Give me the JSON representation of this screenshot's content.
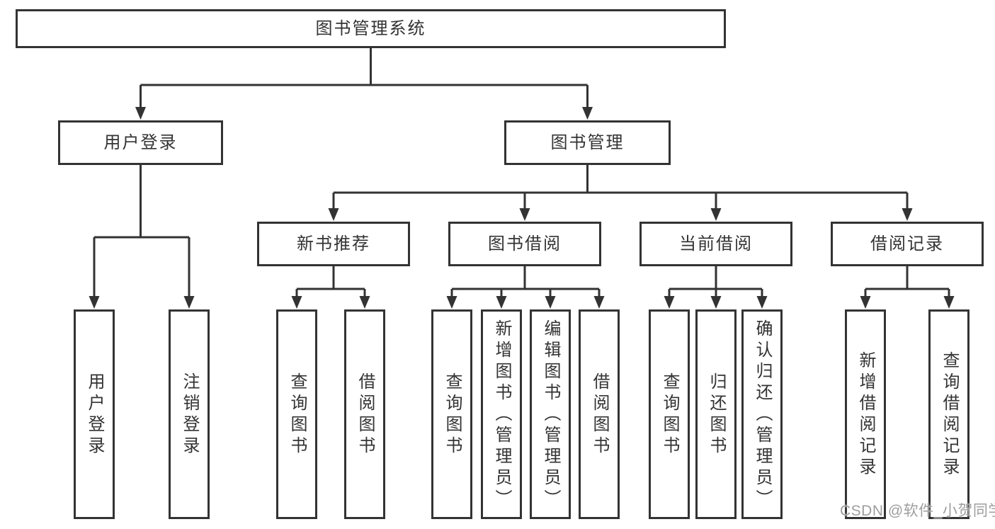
{
  "diagram": {
    "root": "图书管理系统",
    "children": [
      {
        "label": "用户登录",
        "children": [
          "用户登录",
          "注销登录"
        ]
      },
      {
        "label": "图书管理",
        "children": [
          {
            "label": "新书推荐",
            "children": [
              "查询图书",
              "借阅图书"
            ]
          },
          {
            "label": "图书借阅",
            "children": [
              "查询图书",
              "新增图书（管理员）",
              "编辑图书（管理员）",
              "借阅图书"
            ]
          },
          {
            "label": "当前借阅",
            "children": [
              "查询图书",
              "归还图书",
              "确认归还（管理员）"
            ]
          },
          {
            "label": "借阅记录",
            "children": [
              "新增借阅记录",
              "查询借阅记录"
            ]
          }
        ]
      }
    ]
  },
  "watermark": {
    "text": "CSDN @软件_小贺同学"
  },
  "colors": {
    "line": "#333333",
    "text": "#333333",
    "background": "#ffffff",
    "watermark": "#9e9e9e"
  }
}
